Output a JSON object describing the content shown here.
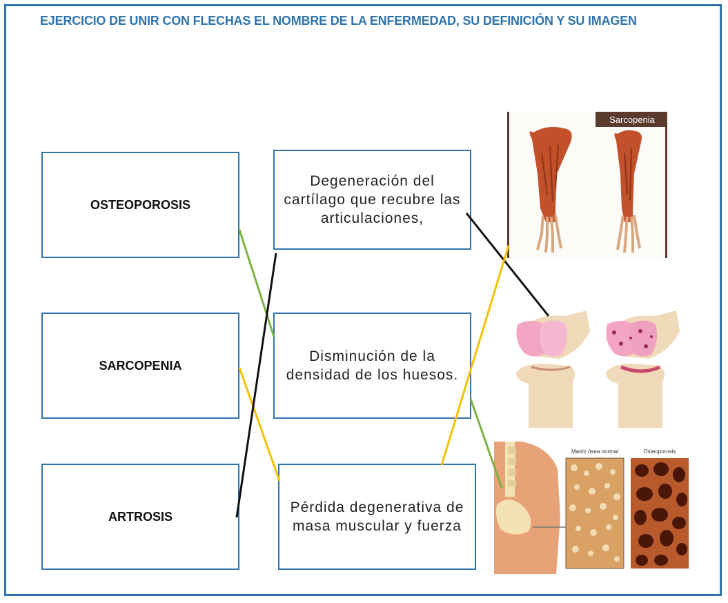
{
  "title": "EJERCICIO DE UNIR CON FLECHAS EL NOMBRE DE LA ENFERMEDAD, SU DEFINICIÓN Y SU IMAGEN",
  "diseases": [
    "OSTEOPOROSIS",
    "SARCOPENIA",
    "ARTROSIS"
  ],
  "definitions": [
    "Degeneración del cartílago que recubre las articulaciones,",
    "Disminución de la densidad de los huesos.",
    "Pérdida degenerativa de masa muscular y fuerza"
  ],
  "images": {
    "sarcopenia_label": "Sarcopenia",
    "bone_normal_label": "Matriz ósea normal",
    "bone_osteo_label": "Osteoporosis"
  },
  "colors": {
    "frame": "#2f73ad",
    "green": "#7cb342",
    "yellow": "#f2c200",
    "black": "#111111"
  }
}
